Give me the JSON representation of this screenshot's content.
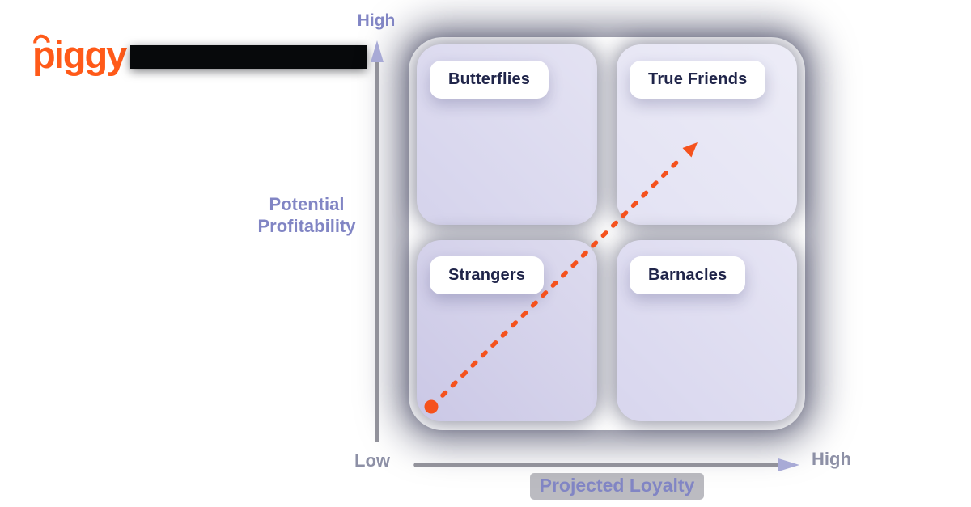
{
  "brand": {
    "logo_text": "piggy",
    "logo_color": "#ff5a19"
  },
  "header": {
    "bar_color": "#07090b"
  },
  "matrix": {
    "quadrants": [
      {
        "position": "top-left",
        "label": "Butterflies",
        "bg_color": "#d5d3ec"
      },
      {
        "position": "top-right",
        "label": "True Friends",
        "bg_color": "#e3e2f3"
      },
      {
        "position": "bottom-left",
        "label": "Strangers",
        "bg_color": "#cbc8e6"
      },
      {
        "position": "bottom-right",
        "label": "Barnacles",
        "bg_color": "#d8d6ee"
      }
    ],
    "label_text_color": "#20254a",
    "arrow": {
      "description": "dashed growth arrow from Strangers quadrant to True Friends quadrant",
      "color": "#f5521d"
    }
  },
  "axes": {
    "line_color": "#92929b",
    "arrowhead_color": "#a8aad6",
    "tick_label_color": "#8d90a6",
    "title_color": "#8185c4",
    "y": {
      "title_line1": "Potential",
      "title_line2": "Profitability",
      "top_label": "High"
    },
    "x": {
      "title": "Projected Loyalty",
      "right_label": "High",
      "origin_label": "Low"
    }
  }
}
